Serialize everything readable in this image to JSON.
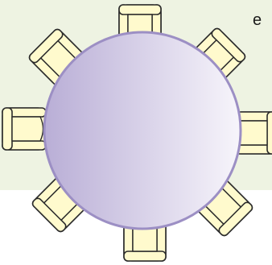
{
  "page": {
    "partial_text": "e"
  },
  "colors": {
    "panel_background": "#eef3e2",
    "chair_fill": "#fffacd",
    "chair_stroke": "#2b2b2b",
    "table_fill_light": "#f7f5fb",
    "table_fill_dark": "#b9aed6",
    "table_stroke": "#9c8fc4"
  },
  "table": {
    "shape": "round",
    "chair_count": 8
  }
}
